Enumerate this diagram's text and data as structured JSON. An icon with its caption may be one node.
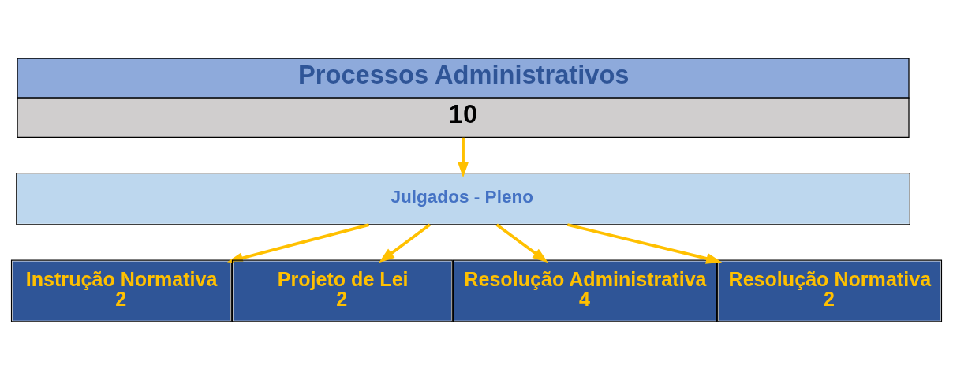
{
  "diagram": {
    "nodes": [
      {
        "text": [
          "Processos Administrativos",
          "10"
        ]
      },
      {
        "text": [
          "Julgados - Pleno"
        ]
      },
      {
        "text": [
          "Instrução Normativa",
          "2"
        ]
      },
      {
        "text": [
          "Projeto de Lei",
          "2"
        ]
      },
      {
        "text": [
          "Resolução Administrativa",
          "4"
        ]
      },
      {
        "text": [
          "Resolução Normativa",
          "2"
        ]
      }
    ],
    "edges": [
      {
        "from": 0,
        "to": 1,
        "arrow": "to"
      },
      {
        "from": 1,
        "to": 2,
        "arrow": "to"
      },
      {
        "from": 1,
        "to": 3,
        "arrow": "to"
      },
      {
        "from": 1,
        "to": 4,
        "arrow": "to"
      },
      {
        "from": 1,
        "to": 5,
        "arrow": "to"
      }
    ]
  }
}
